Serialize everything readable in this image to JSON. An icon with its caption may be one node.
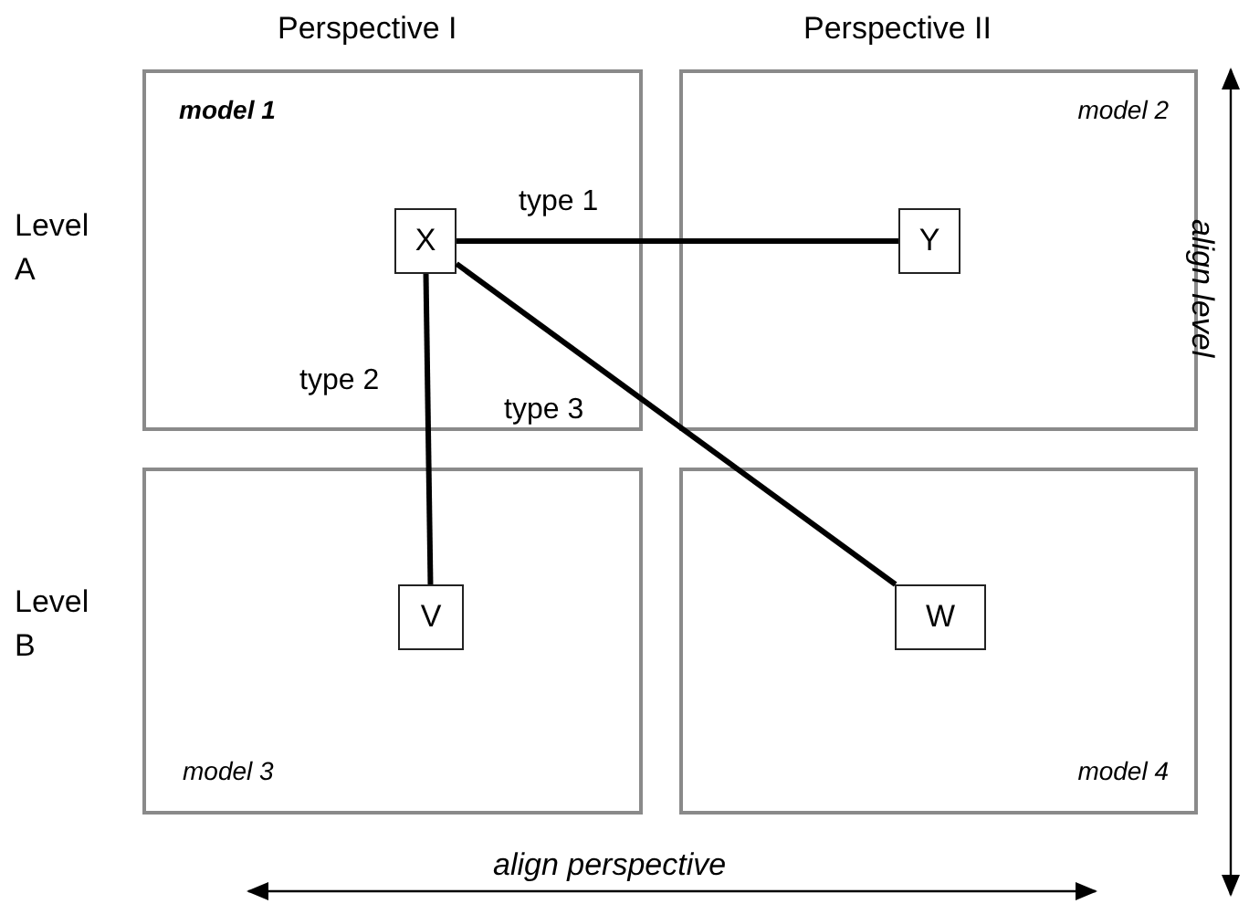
{
  "diagram": {
    "nodes": [
      {
        "text": [
          "model 1"
        ]
      },
      {
        "text": [
          "model 2"
        ]
      },
      {
        "text": [
          "model 3"
        ]
      },
      {
        "text": [
          "model 4"
        ]
      },
      {
        "text": [
          "X"
        ],
        "in": 0
      },
      {
        "text": [
          "Y"
        ],
        "in": 1
      },
      {
        "text": [
          "V"
        ],
        "in": 2
      },
      {
        "text": [
          "W"
        ],
        "in": 3
      }
    ],
    "edges": [
      {
        "from": 4,
        "to": 5,
        "arrow": "none",
        "label": "type 1"
      },
      {
        "from": 4,
        "to": 6,
        "arrow": "none",
        "label": "type 2"
      },
      {
        "from": 4,
        "to": 7,
        "arrow": "none",
        "label": "type 3"
      }
    ],
    "labels": [
      "Perspective I",
      "Perspective II",
      "Level A",
      "Level B",
      "align level",
      "align perspective"
    ]
  }
}
